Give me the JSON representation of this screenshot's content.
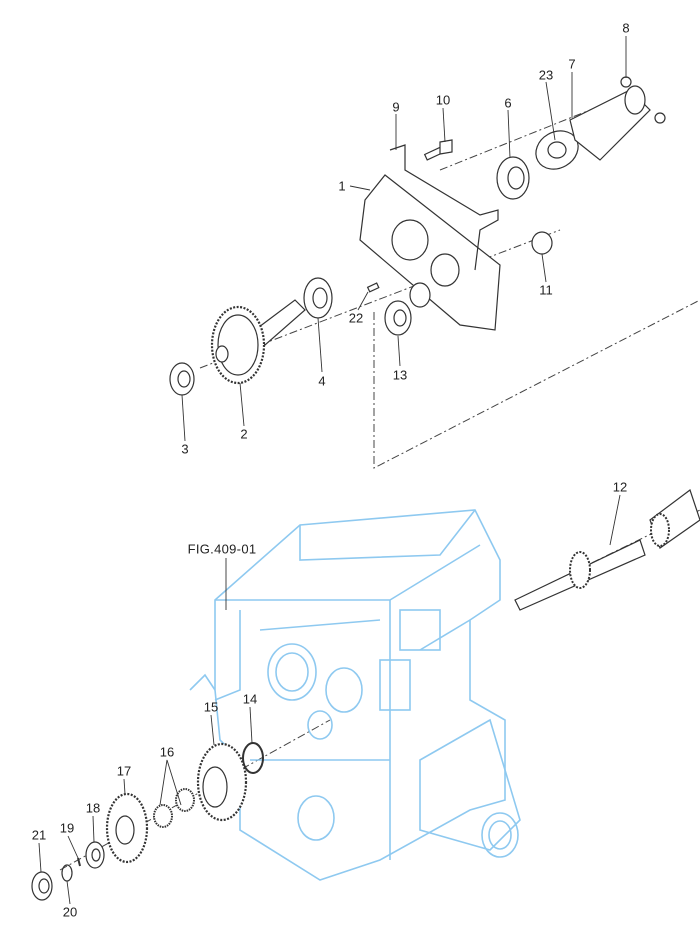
{
  "diagram": {
    "figure_reference": "FIG.409-01",
    "colors": {
      "housing": "#8ec9f0",
      "parts": "#333333"
    },
    "part_labels": [
      "1",
      "2",
      "3",
      "4",
      "6",
      "7",
      "8",
      "9",
      "10",
      "11",
      "12",
      "13",
      "14",
      "15",
      "16",
      "17",
      "18",
      "19",
      "20",
      "21",
      "22",
      "23"
    ]
  }
}
